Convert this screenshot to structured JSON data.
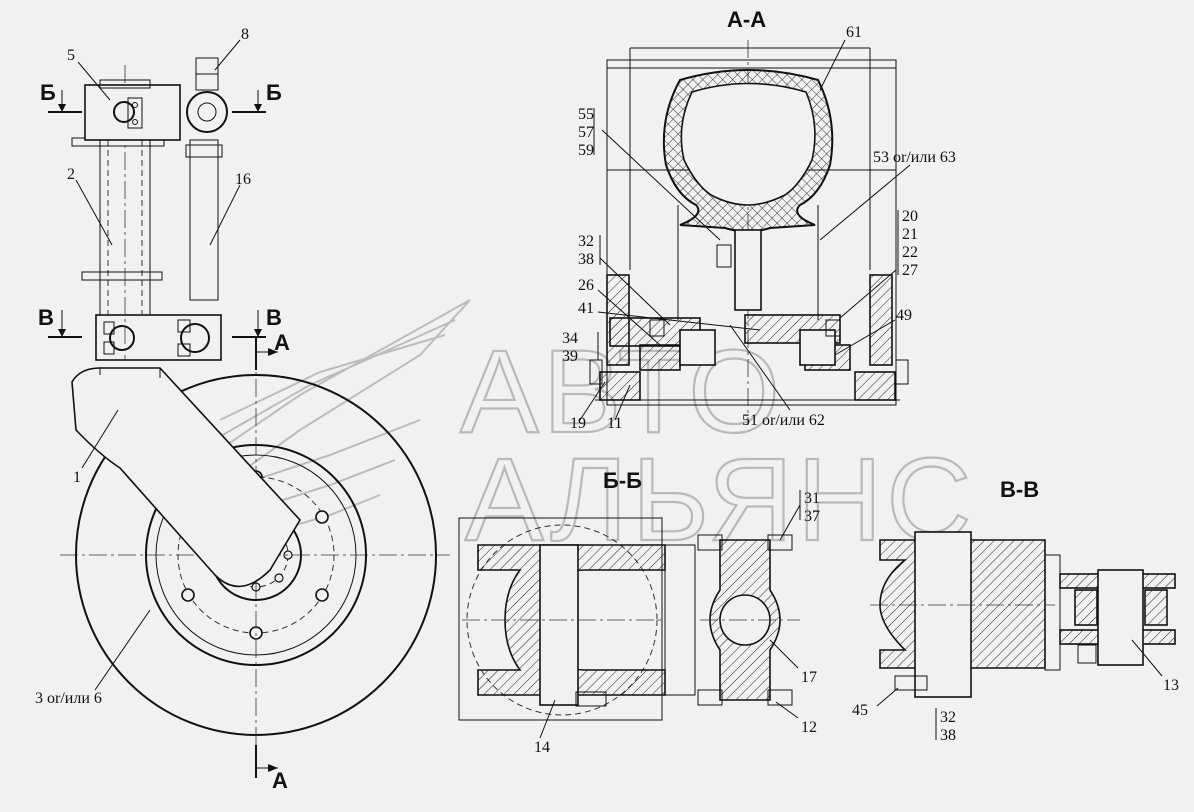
{
  "sections": {
    "aa": "А-А",
    "bb": "Б-Б",
    "vv": "В-В",
    "a_top": "А",
    "a_bottom": "А",
    "b_left": "Б",
    "b_right": "Б",
    "v_left": "В",
    "v_right": "В"
  },
  "watermark": {
    "line1": "АВТО",
    "line2": "АЛЬЯНС"
  },
  "labels": {
    "p1": "1",
    "p2": "2",
    "p3": "3 or/или 6",
    "p5": "5",
    "p8": "8",
    "p16": "16",
    "p61": "61",
    "p55": "55",
    "p57": "57",
    "p59": "59",
    "p53": "53 or/или 63",
    "p20": "20",
    "p21": "21",
    "p22": "22",
    "p27": "27",
    "p32a": "32",
    "p38a": "38",
    "p26": "26",
    "p41": "41",
    "p34": "34",
    "p39": "39",
    "p49": "49",
    "p19": "19",
    "p11": "11",
    "p51": "51 or/или 62",
    "p31": "31",
    "p37": "37",
    "p17": "17",
    "p12": "12",
    "p14": "14",
    "p13": "13",
    "p45": "45",
    "p32b": "32",
    "p38b": "38"
  }
}
